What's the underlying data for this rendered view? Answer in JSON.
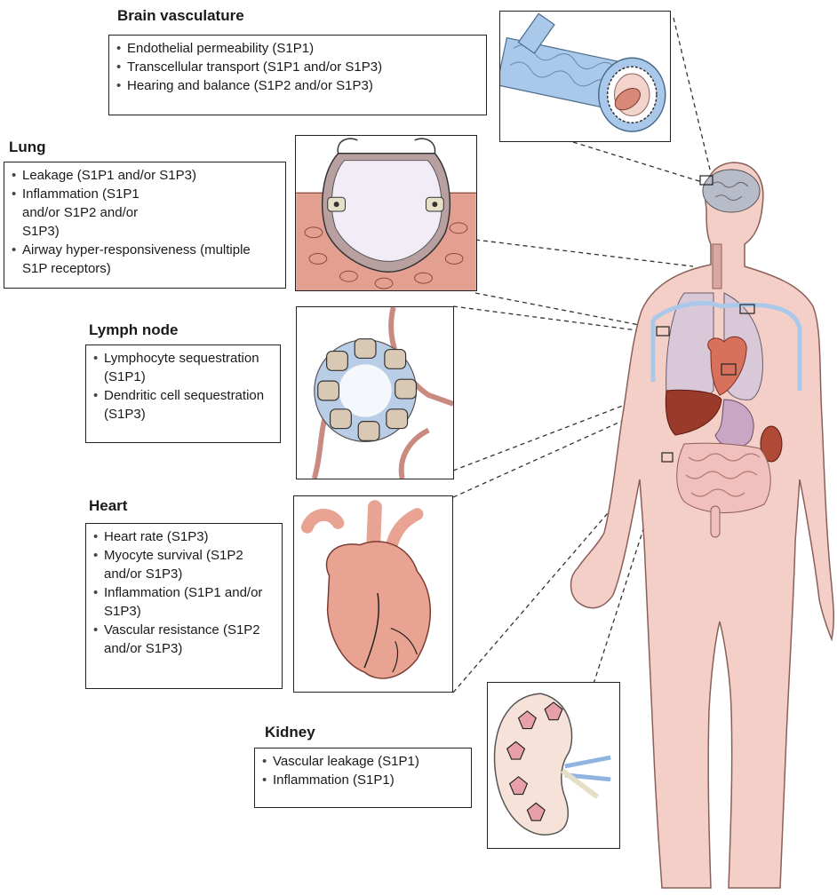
{
  "sections": {
    "brain": {
      "title": "Brain vasculature",
      "items": [
        "Endothelial permeability (S1P1)",
        "Transcellular transport (S1P1 and/or S1P3)",
        "Hearing and balance (S1P2 and/or S1P3)"
      ]
    },
    "lung": {
      "title": "Lung",
      "items": [
        "Leakage (S1P1 and/or S1P3)",
        "Inflammation (S1P1 and/or S1P2 and/or S1P3)",
        "Airway hyper-responsiveness (multiple S1P receptors)"
      ]
    },
    "lymph": {
      "title": "Lymph node",
      "items": [
        "Lymphocyte sequestration (S1P1)",
        "Dendritic cell sequestration (S1P3)"
      ]
    },
    "heart": {
      "title": "Heart",
      "items": [
        "Heart rate (S1P3)",
        "Myocyte survival (S1P2 and/or S1P3)",
        "Inflammation (S1P1 and/or S1P3)",
        "Vascular resistance (S1P2  and/or S1P3)"
      ]
    },
    "kidney": {
      "title": "Kidney",
      "items": [
        "Vascular leakage (S1P1)",
        "Inflammation (S1P1)"
      ]
    }
  },
  "colors": {
    "skin": "#f4cfc8",
    "skin_edge": "#8a5f58",
    "vessel_blue": "#a9c8ea",
    "tissue_pink": "#e3a090",
    "organ_dark": "#9a3a2a",
    "brain_gray": "#b8bcc8",
    "lung_lilac": "#d8c8d8"
  }
}
